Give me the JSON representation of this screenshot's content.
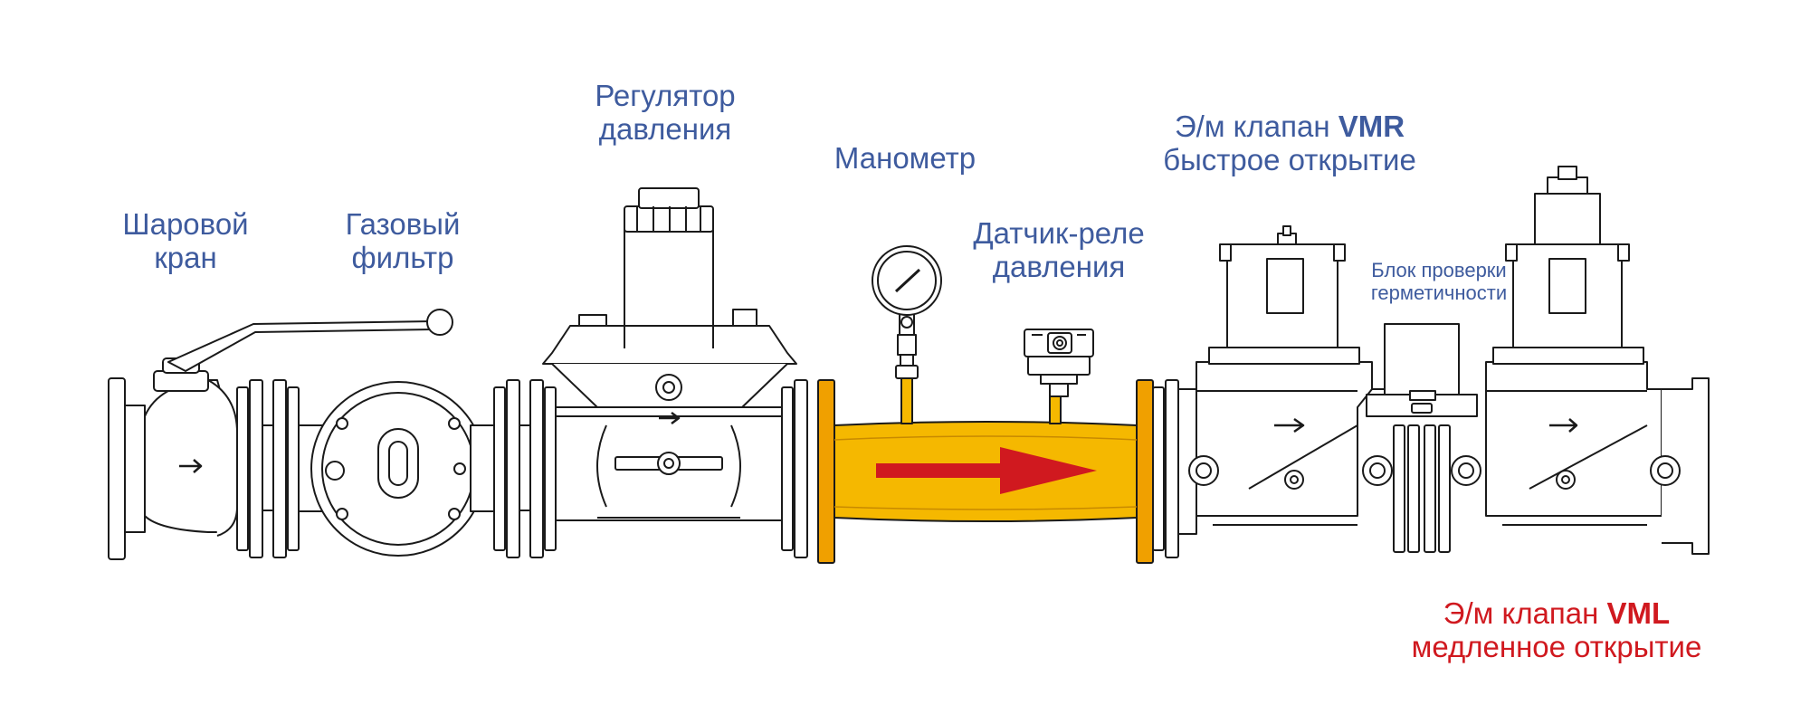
{
  "labels": {
    "ball_valve": {
      "line1": "Шаровой",
      "line2": "кран"
    },
    "gas_filter": {
      "line1": "Газовый",
      "line2": "фильтр"
    },
    "pressure_regulator": {
      "line1": "Регулятор",
      "line2": "давления"
    },
    "manometer": {
      "line1": "Манометр"
    },
    "pressure_switch": {
      "line1": "Датчик-реле",
      "line2": "давления"
    },
    "vmr_valve": {
      "prefix": "Э/м клапан ",
      "model": "VMR",
      "line2": "быстрое открытие"
    },
    "tightness_block": {
      "line1": "Блок проверки",
      "line2": "герметичности"
    },
    "vml_valve": {
      "prefix": "Э/м клапан ",
      "model": "VML",
      "line2": "медленное открытие"
    }
  },
  "colors": {
    "label_blue": "#3e5b9e",
    "label_red": "#d0191f",
    "pipe_yellow": "#f5b800",
    "flange_orange": "#f0a000",
    "arrow_red": "#d0191f",
    "line": "#1a1a1a"
  }
}
